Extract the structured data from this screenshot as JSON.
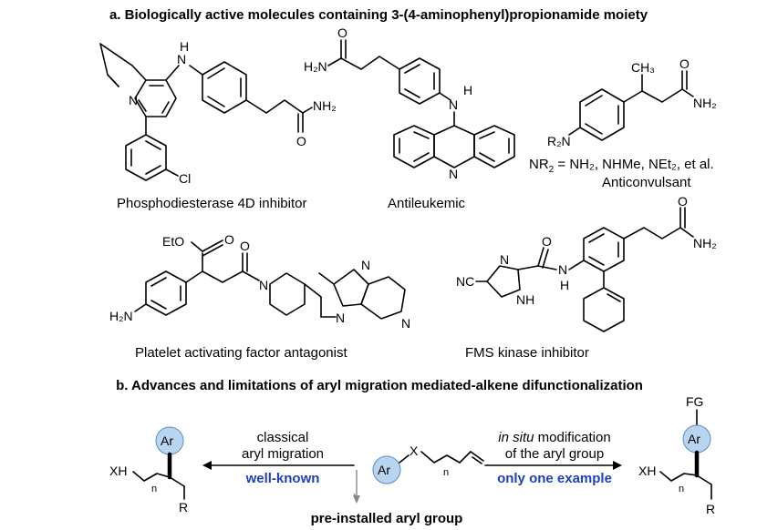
{
  "section_a": {
    "title": "a. Biologically active molecules containing 3-(4-aminophenyl)propionamide moiety",
    "molecules": [
      {
        "caption": "Phosphodiesterase 4D inhibitor"
      },
      {
        "caption": "Antileukemic"
      },
      {
        "caption": "Anticonvulsant"
      },
      {
        "caption": "Platelet activating factor antagonist"
      },
      {
        "caption": "FMS kinase inhibitor"
      }
    ],
    "anticonvulsant_note_prefix": "NR",
    "anticonvulsant_note_sub": "2",
    "anticonvulsant_note_rest": " = NH₂, NHMe, NEt₂, et al."
  },
  "section_b": {
    "title": "b. Advances and limitations of aryl migration mediated-alkene difunctionalization",
    "left_arrow_line1": "classical",
    "left_arrow_line2": "aryl migration",
    "left_arrow_highlight": "well-known",
    "right_arrow_italic": "in situ",
    "right_arrow_line1_rest": " modification",
    "right_arrow_line2": "of the aryl group",
    "right_arrow_highlight": "only one example",
    "bottom_note": "pre-installed aryl group",
    "accent_color": "#1f3fbf",
    "ar_circle_color": "#b9d4ee"
  },
  "atoms": {
    "H": "H",
    "N": "N",
    "NH2": "NH₂",
    "H2N": "H₂N",
    "O": "O",
    "Cl": "Cl",
    "CH3": "CH₃",
    "R2N": "R₂N",
    "EtO": "EtO",
    "NC": "NC",
    "NH": "NH",
    "Ar": "Ar",
    "XH": "XH",
    "X": "X",
    "R": "R",
    "n": "n",
    "FG": "FG"
  }
}
